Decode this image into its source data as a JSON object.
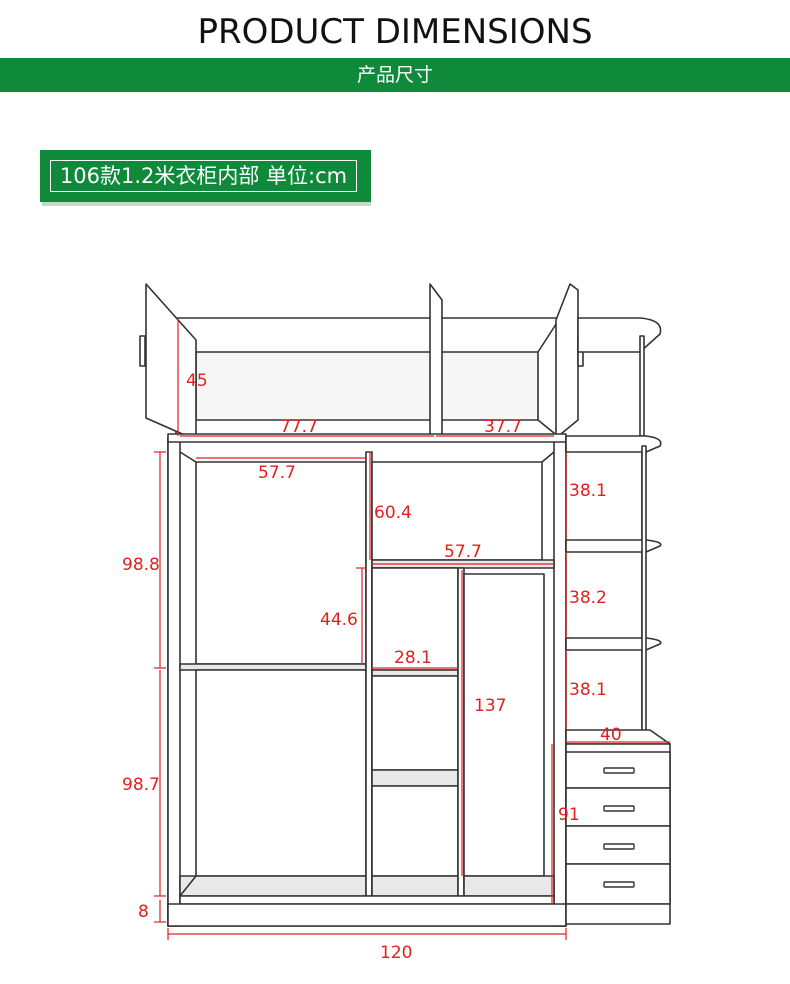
{
  "header": {
    "title": "PRODUCT DIMENSIONS",
    "subtitle": "产品尺寸",
    "band_color": "#0f8a3b",
    "tag_color": "#0f8a3b"
  },
  "tag": {
    "text": "106款1.2米衣柜内部 单位:cm"
  },
  "colors": {
    "dimension": "#e0201e",
    "line": "#333333",
    "fill": "#ffffff",
    "shade": "#e9e9e9"
  },
  "dimensions": {
    "top_height": "45",
    "top_left_width": "77.7",
    "top_right_width": "37.7",
    "left_inner_width": "57.7",
    "upper_shelf_height": "60.4",
    "mid_width": "57.7",
    "left_upper_height": "98.8",
    "left_lower_height": "98.7",
    "mid_compartment_height": "44.6",
    "drawer_col_width": "28.1",
    "right_compartment_height": "137",
    "side_shelf_1": "38.1",
    "side_shelf_2": "38.2",
    "side_shelf_3": "38.1",
    "side_depth": "40",
    "drawer_height": "91",
    "base_height": "8",
    "total_width": "120"
  }
}
